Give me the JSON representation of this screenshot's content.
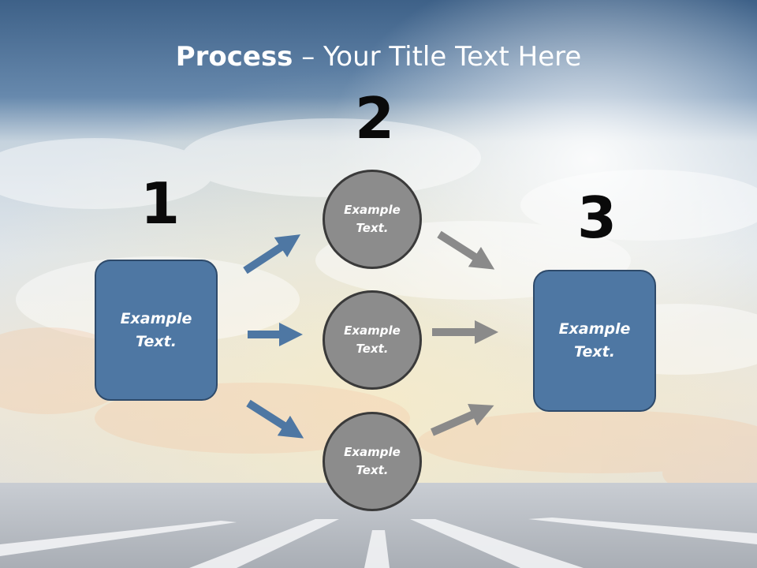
{
  "title": {
    "bold": "Process",
    "rest": " – Your Title Text Here"
  },
  "steps": [
    {
      "number": "1",
      "box_text": "Example Text."
    },
    {
      "number": "2",
      "circles": [
        "Example Text.",
        "Example Text.",
        "Example Text."
      ]
    },
    {
      "number": "3",
      "box_text": "Example Text."
    }
  ],
  "colors": {
    "box": "#4e77a3",
    "circle": "#8c8c8c",
    "arrow_blue": "#4e77a3",
    "arrow_gray": "#8a8a8a"
  }
}
